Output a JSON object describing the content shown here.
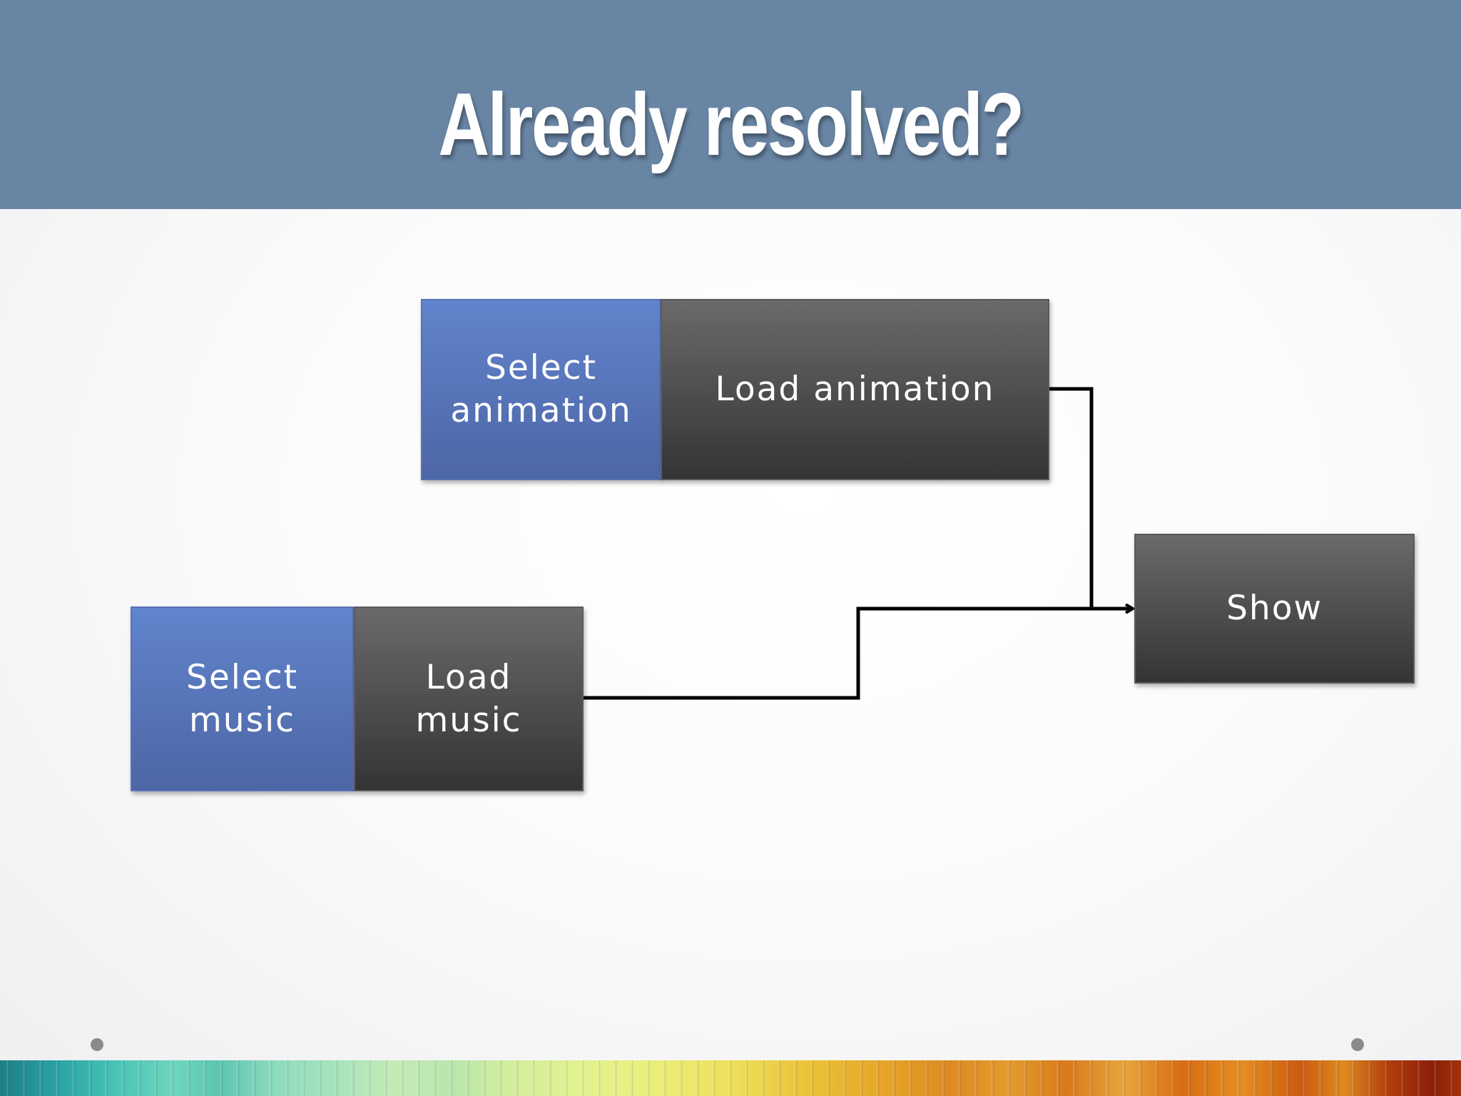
{
  "slide": {
    "title": "Already resolved?"
  },
  "diagram": {
    "nodes": {
      "select_animation": "Select\nanimation",
      "load_animation": "Load animation",
      "select_music": "Select\nmusic",
      "load_music": "Load\nmusic",
      "show": "Show"
    },
    "edges": [
      {
        "from": "load_animation",
        "to": "show"
      },
      {
        "from": "load_music",
        "to": "show"
      }
    ]
  },
  "colors": {
    "header": "#6985a4",
    "select_box": "#5b7cc4",
    "load_box": "#4e4e50",
    "connector": "#000000"
  }
}
